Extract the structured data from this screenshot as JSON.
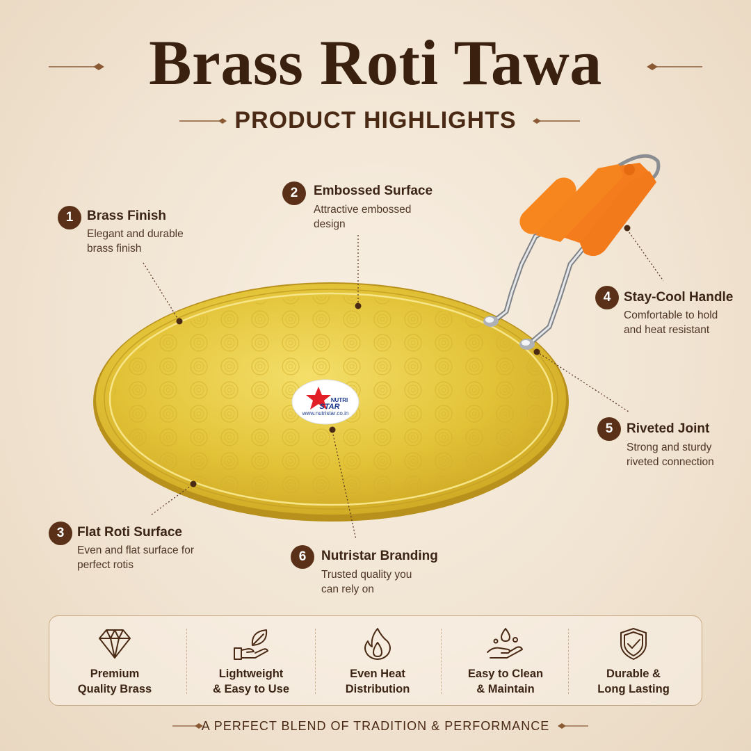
{
  "header": {
    "title": "Brass Roti Tawa",
    "subtitle": "PRODUCT HIGHLIGHTS"
  },
  "callouts": [
    {
      "number": "1",
      "title": "Brass Finish",
      "description": "Elegant and durable brass finish"
    },
    {
      "number": "2",
      "title": "Embossed Surface",
      "description": "Attractive embossed design"
    },
    {
      "number": "3",
      "title": "Flat Roti Surface",
      "description": "Even and flat surface for perfect rotis"
    },
    {
      "number": "4",
      "title": "Stay-Cool Handle",
      "description": "Comfortable to hold and heat resistant"
    },
    {
      "number": "5",
      "title": "Riveted Joint",
      "description": "Strong and sturdy riveted connection"
    },
    {
      "number": "6",
      "title": "Nutristar Branding",
      "description": "Trusted quality you can rely on"
    }
  ],
  "product": {
    "brand_logo_text_1": "NUTRI",
    "brand_logo_text_2": "STAR",
    "brand_url": "www.nutristar.co.in"
  },
  "features": [
    {
      "icon": "diamond-icon",
      "label": "Premium\nQuality Brass"
    },
    {
      "icon": "leaf-hand-icon",
      "label": "Lightweight\n& Easy to Use"
    },
    {
      "icon": "flame-icon",
      "label": "Even Heat\nDistribution"
    },
    {
      "icon": "water-drop-hand-icon",
      "label": "Easy to Clean\n& Maintain"
    },
    {
      "icon": "shield-check-icon",
      "label": "Durable &\nLong Lasting"
    }
  ],
  "footer": {
    "tagline": "A PERFECT BLEND OF TRADITION & PERFORMANCE"
  },
  "colors": {
    "background": "#f1e4d2",
    "text_dark": "#3a200f",
    "badge": "#5a3118",
    "brass": "#e2c23a",
    "handle": "#f7801f"
  }
}
